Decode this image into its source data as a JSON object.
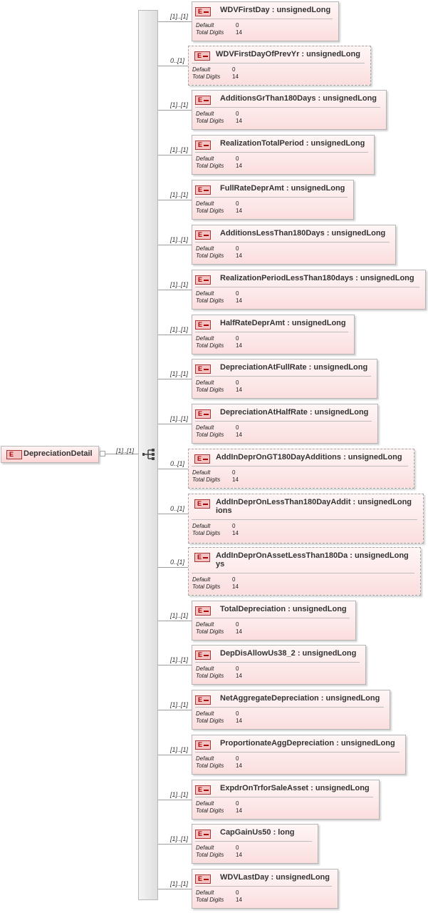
{
  "root": {
    "name": "DepreciationDetail",
    "icon": "E",
    "cardinality": "[1]..[1]"
  },
  "property_labels": {
    "default": "Default",
    "total_digits": "Total Digits"
  },
  "children": [
    {
      "label": "WDVFirstDay : unsignedLong",
      "lines": [
        "WDVFirstDay : unsignedLong"
      ],
      "cardinality": "[1]..[1]",
      "optional": false,
      "default": "0",
      "total_digits": "14"
    },
    {
      "label": "WDVFirstDayOfPrevYr : unsignedLong",
      "lines": [
        "WDVFirstDayOfPrevYr : unsignedLong"
      ],
      "cardinality": "0..[1]",
      "optional": true,
      "default": "0",
      "total_digits": "14"
    },
    {
      "label": "AdditionsGrThan180Days : unsignedLong",
      "lines": [
        "AdditionsGrThan180Days : unsignedLong"
      ],
      "cardinality": "[1]..[1]",
      "optional": false,
      "default": "0",
      "total_digits": "14"
    },
    {
      "label": "RealizationTotalPeriod : unsignedLong",
      "lines": [
        "RealizationTotalPeriod : unsignedLong"
      ],
      "cardinality": "[1]..[1]",
      "optional": false,
      "default": "0",
      "total_digits": "14"
    },
    {
      "label": "FullRateDeprAmt : unsignedLong",
      "lines": [
        "FullRateDeprAmt : unsignedLong"
      ],
      "cardinality": "[1]..[1]",
      "optional": false,
      "default": "0",
      "total_digits": "14"
    },
    {
      "label": "AdditionsLessThan180Days : unsignedLong",
      "lines": [
        "AdditionsLessThan180Days : unsignedLong"
      ],
      "cardinality": "[1]..[1]",
      "optional": false,
      "default": "0",
      "total_digits": "14"
    },
    {
      "label": "RealizationPeriodLessThan180days : unsignedLong",
      "lines": [
        "RealizationPeriodLessThan180days : unsignedLong"
      ],
      "cardinality": "[1]..[1]",
      "optional": false,
      "default": "0",
      "total_digits": "14"
    },
    {
      "label": "HalfRateDeprAmt : unsignedLong",
      "lines": [
        "HalfRateDeprAmt : unsignedLong"
      ],
      "cardinality": "[1]..[1]",
      "optional": false,
      "default": "0",
      "total_digits": "14"
    },
    {
      "label": "DepreciationAtFullRate : unsignedLong",
      "lines": [
        "DepreciationAtFullRate : unsignedLong"
      ],
      "cardinality": "[1]..[1]",
      "optional": false,
      "default": "0",
      "total_digits": "14"
    },
    {
      "label": "DepreciationAtHalfRate : unsignedLong",
      "lines": [
        "DepreciationAtHalfRate : unsignedLong"
      ],
      "cardinality": "[1]..[1]",
      "optional": false,
      "default": "0",
      "total_digits": "14"
    },
    {
      "label": "AddInDeprOnGT180DayAdditions : unsignedLong",
      "lines": [
        "AddInDeprOnGT180DayAdditions : unsignedLong"
      ],
      "cardinality": "0..[1]",
      "optional": true,
      "default": "0",
      "total_digits": "14"
    },
    {
      "label": "AddInDeprOnLessThan180DayAdditions : unsignedLong",
      "lines": [
        "AddInDeprOnLessThan180DayAddit : unsignedLong",
        "ions"
      ],
      "cardinality": "0..[1]",
      "optional": true,
      "default": "0",
      "total_digits": "14"
    },
    {
      "label": "AddInDeprOnAssetLessThan180Days : unsignedLong",
      "lines": [
        "AddInDeprOnAssetLessThan180Da : unsignedLong",
        "ys"
      ],
      "cardinality": "0..[1]",
      "optional": true,
      "default": "0",
      "total_digits": "14"
    },
    {
      "label": "TotalDepreciation : unsignedLong",
      "lines": [
        "TotalDepreciation : unsignedLong"
      ],
      "cardinality": "[1]..[1]",
      "optional": false,
      "default": "0",
      "total_digits": "14"
    },
    {
      "label": "DepDisAllowUs38_2 : unsignedLong",
      "lines": [
        "DepDisAllowUs38_2 : unsignedLong"
      ],
      "cardinality": "[1]..[1]",
      "optional": false,
      "default": "0",
      "total_digits": "14"
    },
    {
      "label": "NetAggregateDepreciation : unsignedLong",
      "lines": [
        "NetAggregateDepreciation : unsignedLong"
      ],
      "cardinality": "[1]..[1]",
      "optional": false,
      "default": "0",
      "total_digits": "14"
    },
    {
      "label": "ProportionateAggDepreciation : unsignedLong",
      "lines": [
        "ProportionateAggDepreciation : unsignedLong"
      ],
      "cardinality": "[1]..[1]",
      "optional": false,
      "default": "0",
      "total_digits": "14"
    },
    {
      "label": "ExpdrOnTrforSaleAsset : unsignedLong",
      "lines": [
        "ExpdrOnTrforSaleAsset : unsignedLong"
      ],
      "cardinality": "[1]..[1]",
      "optional": false,
      "default": "0",
      "total_digits": "14"
    },
    {
      "label": "CapGainUs50 : long",
      "lines": [
        "CapGainUs50 : long"
      ],
      "cardinality": "[1]..[1]",
      "optional": false,
      "default": "0",
      "total_digits": "14"
    },
    {
      "label": "WDVLastDay : unsignedLong",
      "lines": [
        "WDVLastDay : unsignedLong"
      ],
      "cardinality": "[1]..[1]",
      "optional": false,
      "default": "0",
      "total_digits": "14"
    }
  ]
}
